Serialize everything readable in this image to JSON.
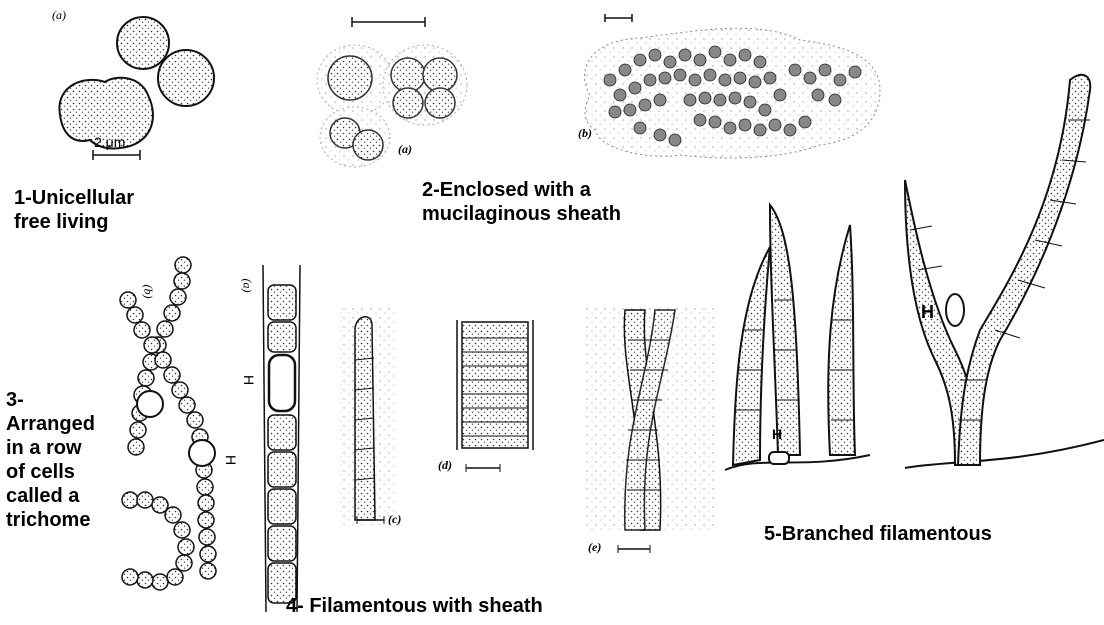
{
  "captions": {
    "c1": "1-Unicellular\nfree living",
    "c2": "2-Enclosed with a\nmucilaginous sheath",
    "c3": "3-\nArranged\nin a row\nof cells\ncalled a\ntrichome",
    "c4": "4- Filamentous with sheath",
    "c5": "5-Branched filamentous"
  },
  "panel_labels": {
    "p1a": "(a)",
    "p2a": "(a)",
    "p2b": "(b)",
    "p3b": "(b)",
    "p3a": "(a)",
    "p4c": "(c)",
    "p4d": "(d)",
    "p4e": "(e)"
  },
  "scale_label": "2 μm",
  "heterocyst_label": "H"
}
